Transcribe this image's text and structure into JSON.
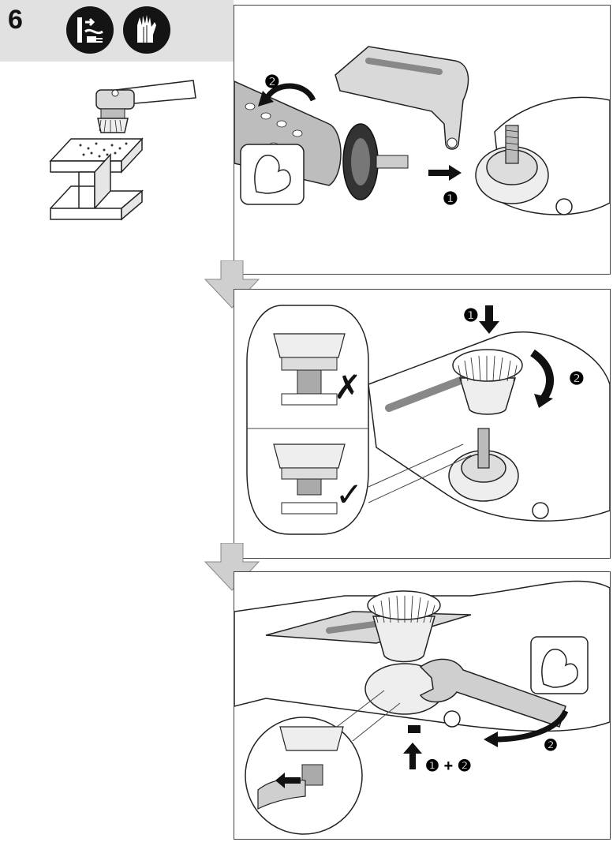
{
  "step": {
    "number": "6"
  },
  "header": {
    "icons": [
      "unplug-power-icon",
      "protective-gloves-icon"
    ],
    "band_color": "#e1e1e1"
  },
  "overview": {
    "subject": "angle-grinder-with-wire-cup-brush-on-steel-beam"
  },
  "panel1": {
    "callouts": [
      "❷",
      "❶"
    ],
    "arrow_color": "#111111"
  },
  "panel2": {
    "callouts": [
      "❶",
      "❷"
    ],
    "checks": {
      "wrong": "✗",
      "right": "✓"
    }
  },
  "panel3": {
    "callouts": {
      "tighten": "❷",
      "combined": "❶ + ❷"
    }
  },
  "colors": {
    "ink": "#111111",
    "line": "#444444",
    "gray_arrow": "#cfcfcf",
    "metal": "#bdbdbd"
  }
}
